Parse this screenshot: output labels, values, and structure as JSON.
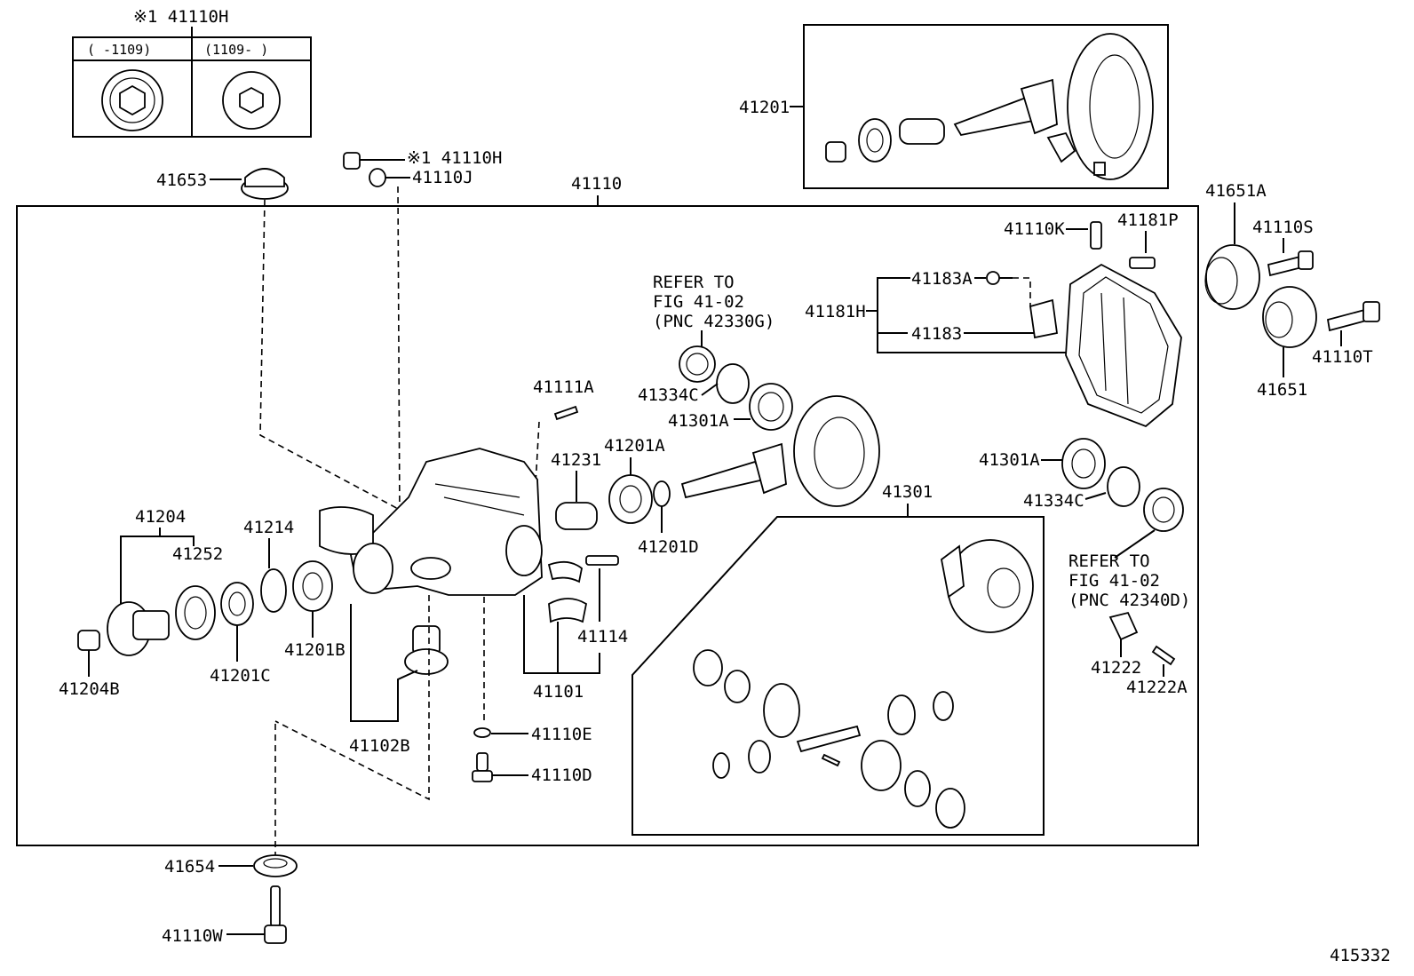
{
  "inset": {
    "title": "※1 41110H",
    "col_left": "(     -1109)",
    "col_right": "(1109-     )"
  },
  "labels": {
    "p41201": "41201",
    "p41653": "41653",
    "p41110H": "※1 41110H",
    "p41110J": "41110J",
    "p41110": "41110",
    "p41651A": "41651A",
    "p41110S": "41110S",
    "p41110K": "41110K",
    "p41181P": "41181P",
    "p41183A": "41183A",
    "p41181H": "41181H",
    "p41183": "41183",
    "p41110T": "41110T",
    "p41651": "41651",
    "p41111A": "41111A",
    "p41334C_l": "41334C",
    "p41301A_l": "41301A",
    "p41231": "41231",
    "p41201A": "41201A",
    "p41301A_r": "41301A",
    "p41334C_r": "41334C",
    "p41301": "41301",
    "p41204": "41204",
    "p41214": "41214",
    "p41252": "41252",
    "p41201D": "41201D",
    "p41114": "41114",
    "p41201B": "41201B",
    "p41201C": "41201C",
    "p41204B": "41204B",
    "p41101": "41101",
    "p41222": "41222",
    "p41222A": "41222A",
    "p41110E": "41110E",
    "p41102B": "41102B",
    "p41110D": "41110D",
    "p41654": "41654",
    "p41110W": "41110W",
    "ref_top_l1": "REFER TO",
    "ref_top_l2": "FIG 41-02",
    "ref_top_l3": "(PNC 42330G)",
    "ref_bot_l1": "REFER TO",
    "ref_bot_l2": "FIG 41-02",
    "ref_bot_l3": "(PNC 42340D)",
    "fig_number": "415332"
  }
}
